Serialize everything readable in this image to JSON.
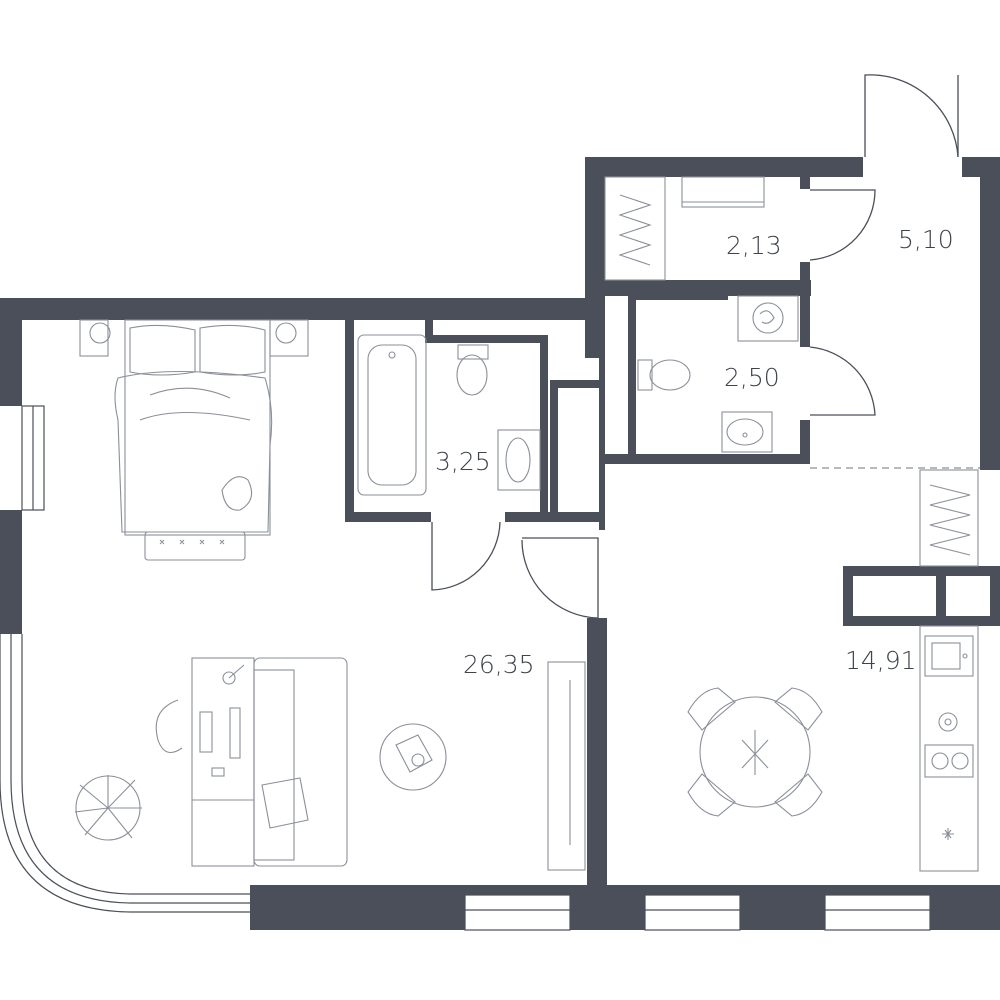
{
  "rooms": [
    {
      "id": "living",
      "area": "26,35"
    },
    {
      "id": "kitchen",
      "area": "14,91"
    },
    {
      "id": "hall",
      "area": "5,10"
    },
    {
      "id": "bathroom",
      "area": "3,25"
    },
    {
      "id": "wc",
      "area": "2,50"
    },
    {
      "id": "storage",
      "area": "2,13"
    }
  ],
  "colors": {
    "wall": "#4a4f5a",
    "furniture": "#8a8f99",
    "background": "#ffffff"
  },
  "icons": [
    "bed-icon",
    "bathtub-icon",
    "toilet-icon",
    "sink-icon",
    "washing-machine-icon",
    "sofa-icon",
    "desk-icon",
    "plant-icon",
    "dining-table-icon",
    "stove-icon",
    "wardrobe-icon"
  ]
}
